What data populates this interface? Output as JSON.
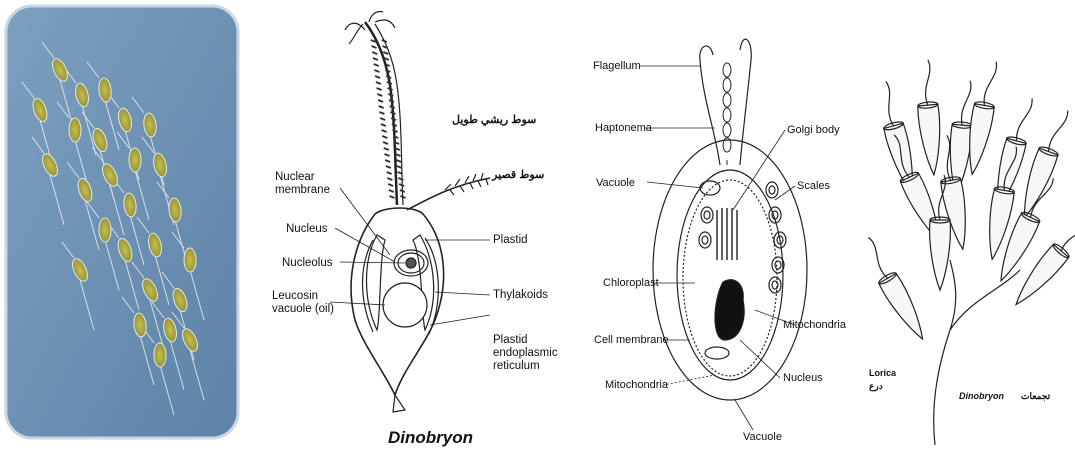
{
  "photo": {
    "colors": {
      "bg": "#6f93b4",
      "cell": "#b6ad45"
    }
  },
  "dinobryon_diagram": {
    "labels": {
      "nuclear_membrane": "Nuclear\nmembrane",
      "nucleus": "Nucleus",
      "nucleolus": "Nucleolus",
      "leucosin_vacuole": "Leucosin\nvacuole (oil)",
      "plastid": "Plastid",
      "thylakoids": "Thylakoids",
      "plastid_er": "Plastid\nendoplasmic\nreticulum",
      "long_flagellum_ar": "سوط ريشي طويل",
      "short_flagellum_ar": "سوط قصير"
    },
    "title": "Dinobryon"
  },
  "haptophyte_diagram": {
    "labels": {
      "flagellum": "Flagellum",
      "haptonema": "Haptonema",
      "vacuole_left": "Vacuole",
      "chloroplast": "Chloroplast",
      "cell_membrane": "Cell membrane",
      "mitochondria_left": "Mitochondria",
      "golgi_body": "Golgi body",
      "scales": "Scales",
      "mitochondria_right": "Mitochondria",
      "nucleus": "Nucleus",
      "vacuole_bottom": "Vacuole"
    }
  },
  "colony_diagram": {
    "labels": {
      "lorica": "Lorica",
      "lorica_ar": "درع",
      "dinobryon": "Dinobryon",
      "colony_ar": "تجمعات"
    }
  }
}
